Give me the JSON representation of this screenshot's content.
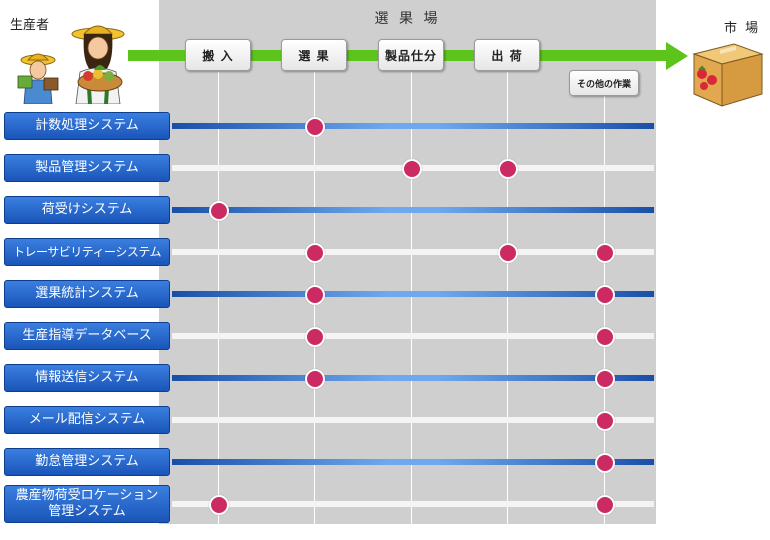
{
  "header": {
    "area_title": "選 果 場",
    "producer": "生産者",
    "market": "市 場"
  },
  "steps": [
    "搬 入",
    "選 果",
    "製品仕分",
    "出 荷"
  ],
  "other_step": "その他の作業",
  "rows": [
    {
      "label": "計数処理システム",
      "marks": [
        false,
        true,
        false,
        false,
        false
      ]
    },
    {
      "label": "製品管理システム",
      "marks": [
        false,
        false,
        true,
        true,
        false
      ]
    },
    {
      "label": "荷受けシステム",
      "marks": [
        true,
        false,
        false,
        false,
        false
      ]
    },
    {
      "label": "トレーサビリティーシステム",
      "marks": [
        false,
        true,
        false,
        true,
        true
      ]
    },
    {
      "label": "選果統計システム",
      "marks": [
        false,
        true,
        false,
        false,
        true
      ]
    },
    {
      "label": "生産指導データベース",
      "marks": [
        false,
        true,
        false,
        false,
        true
      ]
    },
    {
      "label": "情報送信システム",
      "marks": [
        false,
        true,
        false,
        false,
        true
      ]
    },
    {
      "label": "メール配信システム",
      "marks": [
        false,
        false,
        false,
        false,
        true
      ]
    },
    {
      "label": "勤怠管理システム",
      "marks": [
        false,
        false,
        false,
        false,
        true
      ]
    },
    {
      "label": "農産物荷受ロケーション\n管理システム",
      "marks": [
        true,
        false,
        false,
        false,
        true
      ]
    }
  ],
  "colors": {
    "arrow": "#5cc41a",
    "label_bg": "#1a55b8",
    "dot": "#cc2a63",
    "area_bg": "#cfcfcf"
  }
}
